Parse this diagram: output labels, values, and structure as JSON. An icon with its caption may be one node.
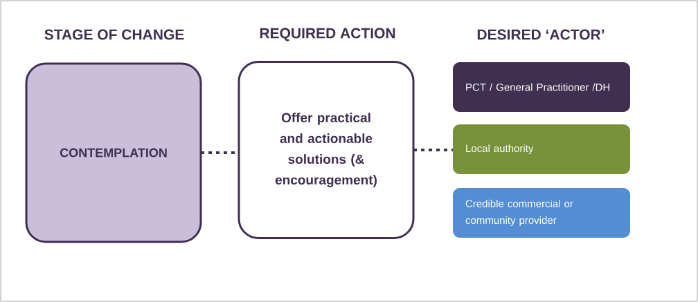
{
  "diagram": {
    "nodes": [
      {
        "text": [
          "CONTEMPLATION"
        ]
      },
      {
        "text": [
          "Offer practical and actionable solutions (& encouragement)"
        ]
      },
      {
        "text": [
          "PCT / General Practitioner /DH"
        ]
      },
      {
        "text": [
          "Local authority"
        ]
      },
      {
        "text": [
          "Credible commercial or community provider"
        ]
      }
    ],
    "edges": [
      {
        "from": 0,
        "to": 1,
        "arrow": "none"
      },
      {
        "from": 1,
        "to": 3,
        "arrow": "none"
      }
    ],
    "labels": [
      "STAGE OF CHANGE",
      "REQUIRED ACTION",
      "DESIRED ‘ACTOR’"
    ]
  }
}
